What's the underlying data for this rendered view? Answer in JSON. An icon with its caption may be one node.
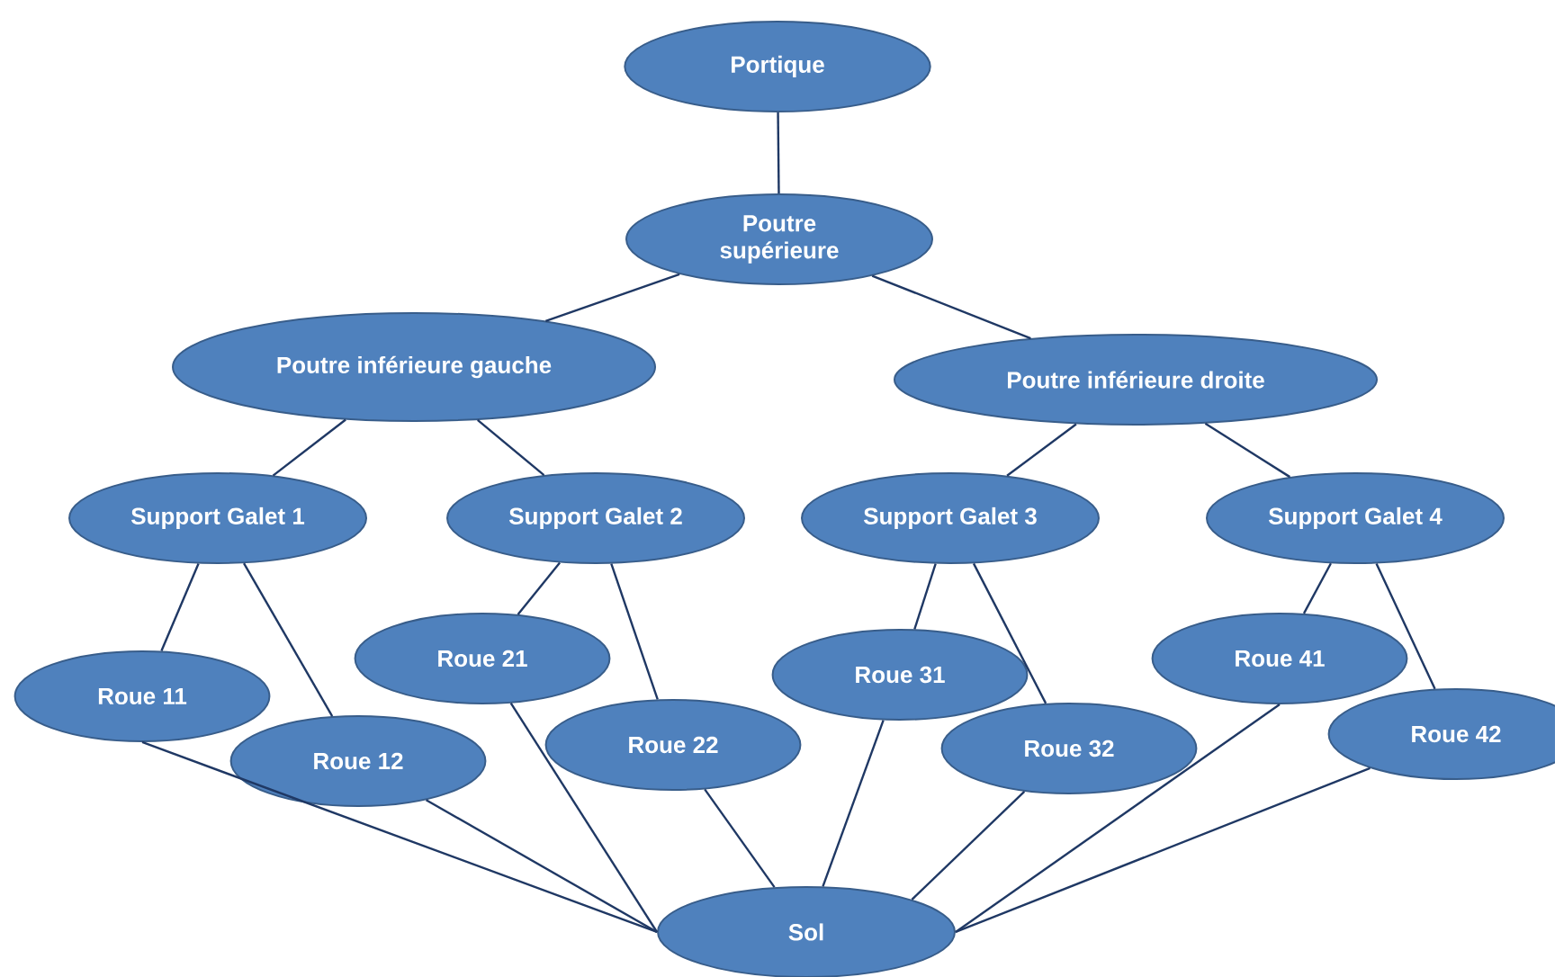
{
  "diagram": {
    "nodes": [
      {
        "text": [
          "Portique"
        ]
      },
      {
        "text": [
          "Poutre supérieure"
        ]
      },
      {
        "text": [
          "Poutre inférieure gauche"
        ]
      },
      {
        "text": [
          "Poutre inférieure droite"
        ]
      },
      {
        "text": [
          "Support Galet 1"
        ]
      },
      {
        "text": [
          "Support Galet 2"
        ]
      },
      {
        "text": [
          "Support Galet 3"
        ]
      },
      {
        "text": [
          "Support Galet 4"
        ]
      },
      {
        "text": [
          "Roue 11"
        ]
      },
      {
        "text": [
          "Roue 12"
        ]
      },
      {
        "text": [
          "Roue 21"
        ]
      },
      {
        "text": [
          "Roue 22"
        ]
      },
      {
        "text": [
          "Roue 31"
        ]
      },
      {
        "text": [
          "Roue 32"
        ]
      },
      {
        "text": [
          "Roue 41"
        ]
      },
      {
        "text": [
          "Roue 42"
        ]
      },
      {
        "text": [
          "Sol"
        ]
      }
    ],
    "edges": [
      {
        "from": 0,
        "to": 1,
        "arrow": "none"
      },
      {
        "from": 1,
        "to": 2,
        "arrow": "none"
      },
      {
        "from": 1,
        "to": 3,
        "arrow": "none"
      },
      {
        "from": 2,
        "to": 4,
        "arrow": "none"
      },
      {
        "from": 2,
        "to": 5,
        "arrow": "none"
      },
      {
        "from": 3,
        "to": 6,
        "arrow": "none"
      },
      {
        "from": 3,
        "to": 7,
        "arrow": "none"
      },
      {
        "from": 4,
        "to": 8,
        "arrow": "none"
      },
      {
        "from": 4,
        "to": 9,
        "arrow": "none"
      },
      {
        "from": 5,
        "to": 10,
        "arrow": "none"
      },
      {
        "from": 5,
        "to": 11,
        "arrow": "none"
      },
      {
        "from": 6,
        "to": 12,
        "arrow": "none"
      },
      {
        "from": 6,
        "to": 13,
        "arrow": "none"
      },
      {
        "from": 7,
        "to": 14,
        "arrow": "none"
      },
      {
        "from": 7,
        "to": 15,
        "arrow": "none"
      },
      {
        "from": 8,
        "to": 16,
        "arrow": "none"
      },
      {
        "from": 9,
        "to": 16,
        "arrow": "none"
      },
      {
        "from": 10,
        "to": 16,
        "arrow": "none"
      },
      {
        "from": 11,
        "to": 16,
        "arrow": "none"
      },
      {
        "from": 12,
        "to": 16,
        "arrow": "none"
      },
      {
        "from": 13,
        "to": 16,
        "arrow": "none"
      },
      {
        "from": 14,
        "to": 16,
        "arrow": "none"
      },
      {
        "from": 15,
        "to": 16,
        "arrow": "none"
      }
    ]
  }
}
